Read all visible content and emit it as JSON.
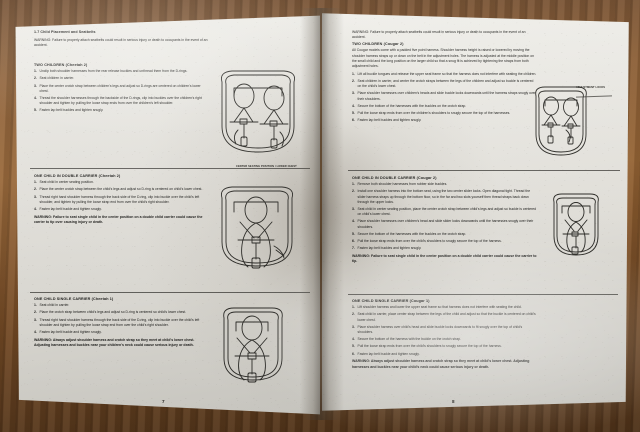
{
  "scene": {
    "object": "open instruction booklet on wooden table",
    "surface": "wood-table",
    "colors": {
      "paper": "#e9e7e2",
      "ink": "#20201e",
      "wood": "#8a5a2e",
      "gutter_shadow": "#3c352b"
    }
  },
  "left_page": {
    "page_number": "7",
    "heading": "1.7 Child Placement and Seatbelts",
    "top_warning": "WARNING: Failure to properly attach seatbelts could result in serious injury or death to occupants in the event of an accident.",
    "sections": [
      {
        "title": "TWO CHILDREN (Cheetah 2)",
        "steps": [
          "Unclip both shoulder harnesses from the rear release buckles and unthread them from the D-rings.",
          "Seat children in carrier.",
          "Place the center crotch strap between children's legs and adjust so D-rings are centered on children's lower chest.",
          "Thread the shoulder harnesses through the backside of the D-rings, clip into buckles over the children's right shoulder and tighten by pulling the loose strap ends from over the children's left shoulder.",
          "Fasten lap belt buckles and tighten snugly."
        ],
        "diagram": {
          "name": "two-children-cheetah-2-diagram",
          "caption": ""
        }
      },
      {
        "title": "ONE CHILD IN DOUBLE CARRIER (Cheetah 2)",
        "steps": [
          "Seat child in center seating position.",
          "Place the center crotch strap between the child's legs and adjust so D-ring is centered on child's lower chest.",
          "Thread right hand shoulder harness through the back side of the D-ring, clip into buckle over the child's left shoulder, and tighten by pulling the loose strap end from over the child's right shoulder.",
          "Fasten lap belt buckle and tighten snugly."
        ],
        "warning": "WARNING: Failure to seat single child in the center position on a double child carrier could cause the carrier to tip over causing injury or death.",
        "diagram": {
          "name": "one-child-double-carrier-cheetah-2-diagram",
          "caption": "CENTER SEATING POSITION / LOWER CHEST"
        }
      },
      {
        "title": "ONE CHILD SINGLE CARRIER (Cheetah 1)",
        "steps": [
          "Seat child in carrier.",
          "Place the crotch strap between child's legs and adjust so D-ring is centered so child's lower chest.",
          "Thread right hand shoulder harness through the back side of the D-ring, clip into buckle over the child's left shoulder and tighten by pulling the loose strap end from over the child's right shoulder.",
          "Fasten lap belt buckle and tighten snugly."
        ],
        "warning": "WARNING: Always adjust shoulder harness and crotch strap so they meet at child's lower chest. Adjusting harnesses and buckles near your children's neck could cause serious injury or death.",
        "diagram": {
          "name": "one-child-single-carrier-cheetah-1-diagram",
          "caption": ""
        }
      }
    ]
  },
  "right_page": {
    "page_number": "8",
    "top_warning": "WARNING: Failure to properly attach seatbelts could result in serious injury or death to occupants in the event of an accident.",
    "sections": [
      {
        "title": "TWO CHILDREN (Cougar 2)",
        "intro": "All Cougar models come with a padded five point harness. Shoulder harness height is raised or lowered by moving the shoulder harness straps up or down on the belt in the adjustment holes. The harness is adjusted at the middle position on the small child and the long position on the larger child so that a snug fit is achieved by tightening the straps from both adjustment holes.",
        "steps": [
          "Lift all buckle tongues and release the upper seat frame so that the harness does not interfere with seating the children.",
          "Seat children in carrier, and center the crotch straps between the legs of the children and adjust so buckle is centered on the child's lower chest.",
          "Place shoulder harnesses over children's heads and slide buckle locks downwards until the harness straps snugly over their shoulders.",
          "Secure the bottom of the harnesses with the buckles on the crotch strap.",
          "Pull the loose strap ends from over the children's shoulders to snugly secure the top of the harnesses.",
          "Fasten lap belt buckles and tighten snugly."
        ],
        "diagram": {
          "name": "two-children-cougar-2-diagram",
          "caption": "ADJUSTMENT LOCKS"
        }
      },
      {
        "title": "ONE CHILD IN DOUBLE CARRIER (Cougar 2)",
        "steps": [
          "Remove both shoulder harnesses from rubber side buckles.",
          "Install one shoulder harness into the bottom seat, using the two center slider locks. Open diagonal tight. Thread the slider harness straps up through the bottom floor, so in the far and two slots yourself then thread straps back down through the upper locks.",
          "Seat child in center seating position, place the center crotch strap between child's legs and adjust so buckle is centered on child's lower chest.",
          "Place shoulder harnesses over children's head and slide slider locks downwards until the harnesses snugly over their shoulders.",
          "Secure the bottom of the harnesses with the buckles on the crotch strap.",
          "Pull the loose strap ends from over the child's shoulders to snugly secure the top of the harness.",
          "Fasten lap belt buckles and tighten snugly."
        ],
        "warning": "WARNING: Failure to seat single child in the center position on a double child carrier could cause the carrier to tip.",
        "diagram": {
          "name": "one-child-double-carrier-cougar-2-diagram",
          "caption": ""
        }
      },
      {
        "title": "ONE CHILD SINGLE CARRIER (Cougar 1)",
        "steps": [
          "Lift shoulder harness and lower the upper seat frame so that harness does not interfere with seating the child.",
          "Seat child in carrier, place center strap between the legs of the child and adjust so that the buckle is centered on child's lower chest.",
          "Place shoulder harness over child's head and slide buckle locks downwards to fit snugly over the top of child's shoulders.",
          "Secure the bottom of the harness with the buckle on the crotch strap.",
          "Pull the loose strap ends from over the child's shoulders to snugly secure the top of the harness.",
          "Fasten lap belt buckle and tighten snugly."
        ],
        "warning": "WARNING: Always adjust shoulder harness and crotch strap so they meet at child's lower chest. Adjusting harnesses and buckles near your child's neck could cause serious injury or death.",
        "diagram": {
          "name": "one-child-single-carrier-cougar-1-diagram",
          "caption": ""
        }
      }
    ]
  }
}
